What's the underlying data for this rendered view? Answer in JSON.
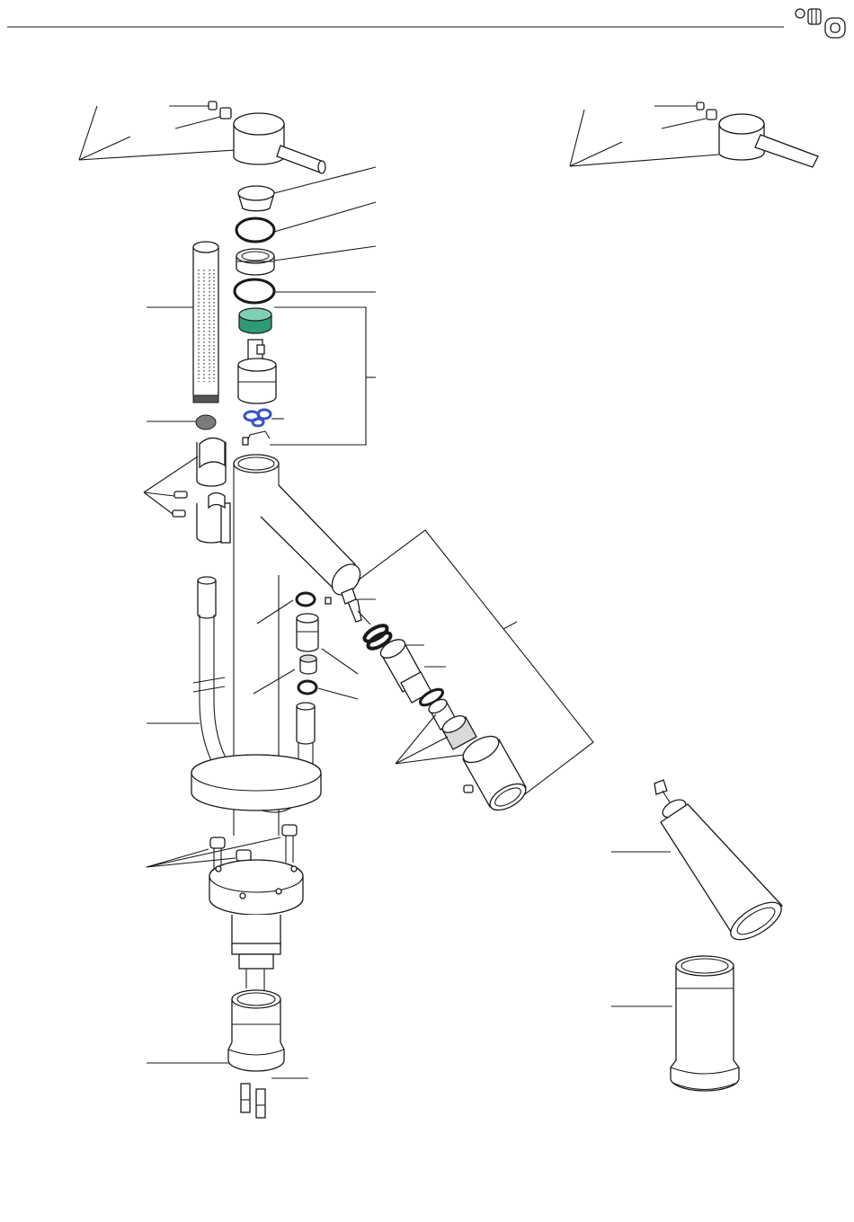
{
  "colors": {
    "line": "#1a1a1a",
    "background": "#ffffff",
    "cartridge_accent": "#2e9a73",
    "oring_accent": "#3a52c8",
    "hatched_fill": "#d9d9d9"
  },
  "icons": [
    "parts-assembly-icon"
  ],
  "diagram": {
    "type": "exploded-parts-view",
    "parts": [
      "handle-set-screws",
      "lever-handle",
      "cap",
      "o-ring-top",
      "threaded-nut",
      "o-ring-lower",
      "cartridge-seal",
      "mixer-cartridge",
      "cartridge-o-rings",
      "cartridge-clip",
      "hand-shower",
      "hand-shower-filter",
      "holder-upper",
      "holder-lower",
      "holder-screws",
      "spout-body",
      "hose",
      "hose-washer",
      "hose-connector",
      "connector-insert",
      "connector-washer",
      "diverter-valve",
      "diverter-spring",
      "diverter-sleeve",
      "diverter-o-ring",
      "diverter-nut",
      "diverter-seal",
      "diverter-housing",
      "diverter-screw",
      "mounting-flange",
      "flange-bolts",
      "base-body",
      "base-sleeve",
      "base-pins",
      "lever-handle-variant",
      "diverter-cartridge-variant",
      "base-sleeve-variant"
    ]
  }
}
